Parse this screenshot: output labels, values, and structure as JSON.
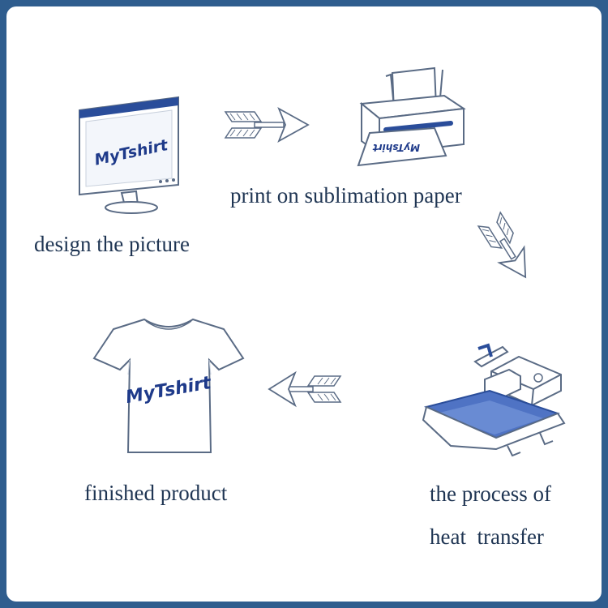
{
  "steps": {
    "design": {
      "label": "design the picture",
      "icon": "monitor-icon"
    },
    "print": {
      "label": "print on sublimation paper",
      "icon": "printer-icon"
    },
    "heat": {
      "label_line1": "the process of",
      "label_line2": "heat  transfer",
      "icon": "heat-press-icon"
    },
    "finished": {
      "label": "finished product",
      "icon": "tshirt-icon"
    }
  },
  "brand": {
    "text": "MyTshirt"
  },
  "colors": {
    "frame": "#2f5d8e",
    "ink": "#1f3553",
    "accent": "#1e3a8a",
    "line": "#5a6b85"
  }
}
